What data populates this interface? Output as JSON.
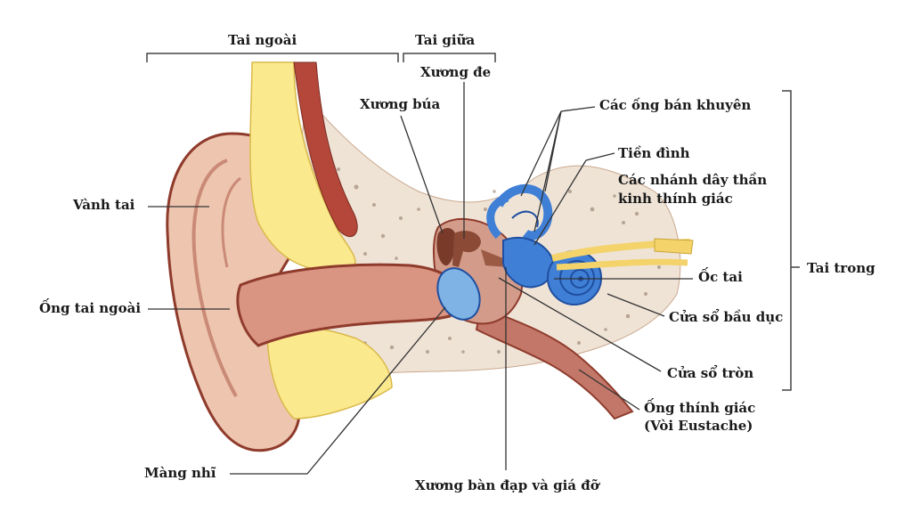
{
  "labels": {
    "tai_ngoai": "Tai ngoài",
    "tai_giua": "Tai giữa",
    "tai_trong": "Tai trong",
    "xuong_de": "Xương đe",
    "xuong_bua": "Xương búa",
    "cac_ong_ban_khuyen": "Các ống bán khuyên",
    "tien_dinh": "Tiền đình",
    "nhanh_day_than_1": "Các nhánh dây thần",
    "nhanh_day_than_2": "kinh thính giác",
    "vanh_tai": "Vành tai",
    "oc_tai": "Ốc tai",
    "ong_tai_ngoai": "Ống tai ngoài",
    "cua_so_bau_duc": "Cửa sổ bầu dục",
    "cua_so_tron": "Cửa sổ tròn",
    "ong_thinh_giac_1": "Ống thính giác",
    "ong_thinh_giac_2": "(Vòi Eustache)",
    "mang_nhi": "Màng nhĩ",
    "xuong_ban_dap": "Xương bàn đạp và giá đỡ"
  },
  "colors": {
    "skin": "#eec6b0",
    "skin_dark": "#8f3b2c",
    "canal": "#d99482",
    "fat": "#fbe98d",
    "fat_line": "#d9b94a",
    "bone": "#efe3d6",
    "bone_spot": "#8a7360",
    "inner_ear": "#3f7fd6",
    "inner_ear_dark": "#1f4fa0",
    "eardrum": "#7fb3e6",
    "nerve": "#f3d36a",
    "ossicle": "#7a3a2a",
    "muscle": "#b4473a",
    "line": "#333333"
  }
}
